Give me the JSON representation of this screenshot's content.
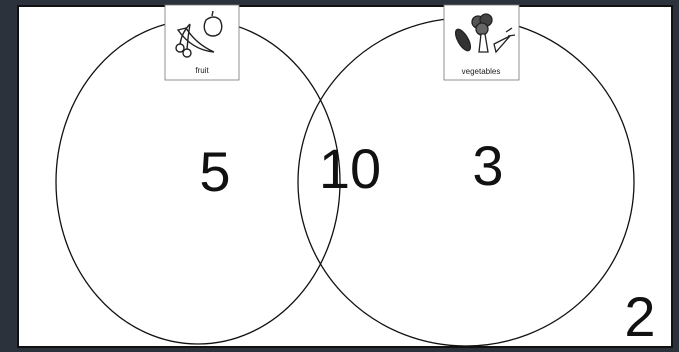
{
  "sets": {
    "left": {
      "label": "fruit",
      "icon": "fruit-icon"
    },
    "right": {
      "label": "vegetables",
      "icon": "vegetables-icon"
    }
  },
  "counts": {
    "fruit_only": "5",
    "both": "10",
    "vegetables_only": "3",
    "neither": "2"
  },
  "colors": {
    "background": "#ffffff",
    "stroke": "#111111",
    "outer": "#2b323b"
  }
}
